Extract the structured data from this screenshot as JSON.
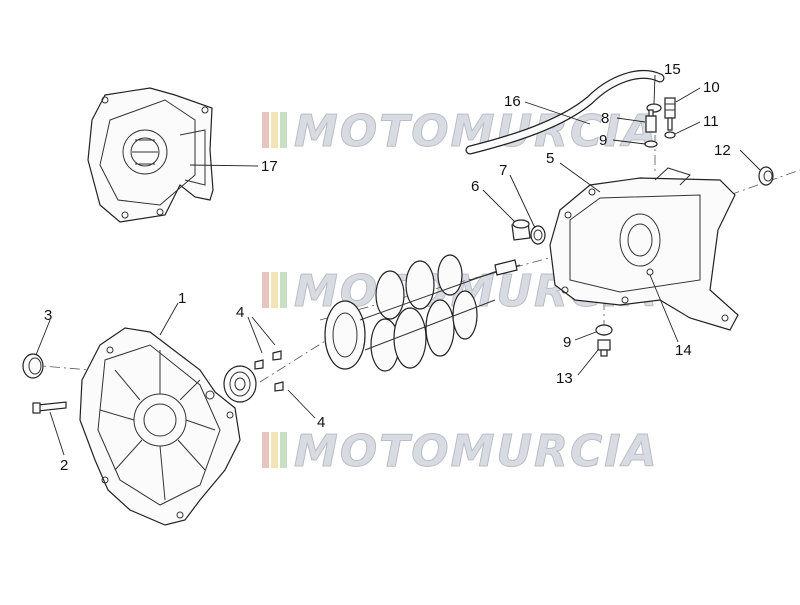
{
  "watermark": {
    "text": "MOTOMURCIA",
    "stripe_colors": [
      "#e8c4bf",
      "#f2e3b8",
      "#c9dfc3"
    ],
    "text_color": "#d9dbe3",
    "outline_color": "#b9bdc9"
  },
  "callouts": [
    {
      "id": "c1",
      "label": "1"
    },
    {
      "id": "c2",
      "label": "2"
    },
    {
      "id": "c3",
      "label": "3"
    },
    {
      "id": "c4a",
      "label": "4"
    },
    {
      "id": "c4b",
      "label": "4"
    },
    {
      "id": "c5",
      "label": "5"
    },
    {
      "id": "c6",
      "label": "6"
    },
    {
      "id": "c7",
      "label": "7"
    },
    {
      "id": "c8",
      "label": "8"
    },
    {
      "id": "c9a",
      "label": "9"
    },
    {
      "id": "c9b",
      "label": "9"
    },
    {
      "id": "c10",
      "label": "10"
    },
    {
      "id": "c11",
      "label": "11"
    },
    {
      "id": "c12",
      "label": "12"
    },
    {
      "id": "c13",
      "label": "13"
    },
    {
      "id": "c14",
      "label": "14"
    },
    {
      "id": "c15",
      "label": "15"
    },
    {
      "id": "c16",
      "label": "16"
    },
    {
      "id": "c17",
      "label": "17"
    }
  ]
}
